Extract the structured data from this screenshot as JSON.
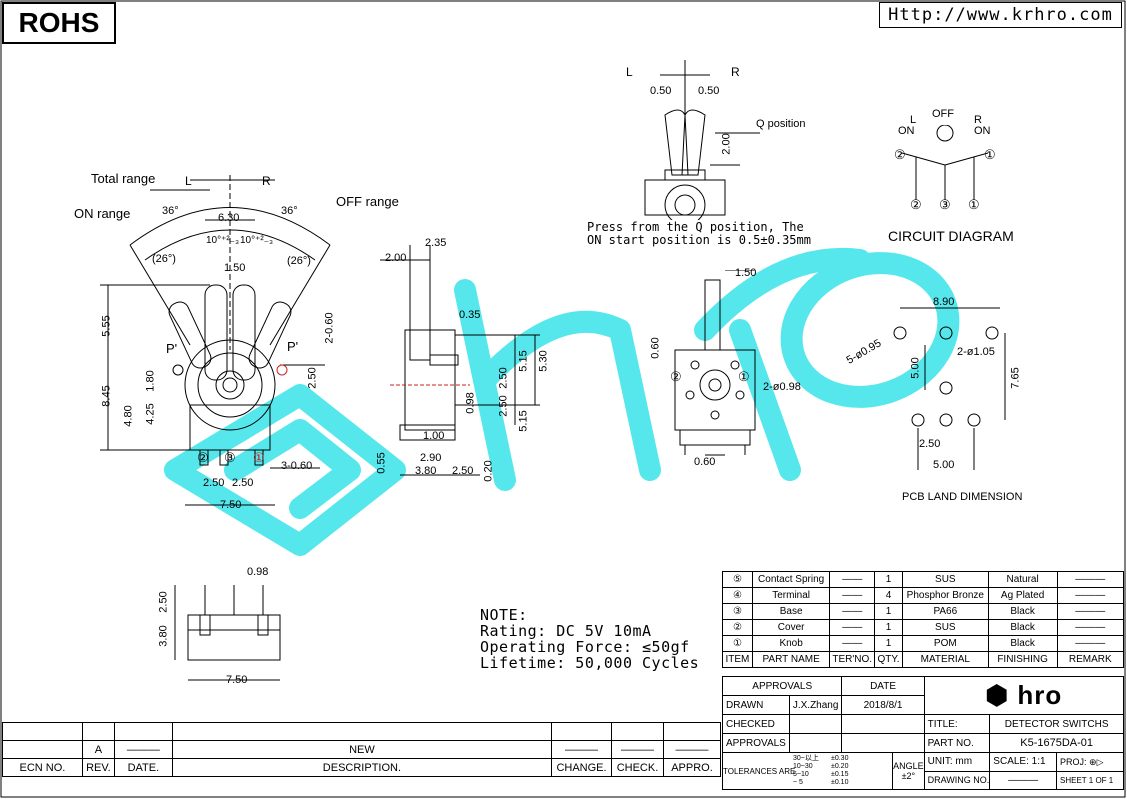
{
  "header": {
    "rohs": "ROHS",
    "url": "Http://www.krhro.com"
  },
  "top_view": {
    "L": "L",
    "R": "R",
    "total_range": "Total range",
    "on_range": "ON range",
    "off_range": "OFF range",
    "a36_left": "36°",
    "a36_right": "36°",
    "a26_left": "(26°)",
    "a26_right": "(26°)",
    "d630": "6.30",
    "d10a": "10°⁺²₋₃",
    "d10b": "10°⁺²₋₃",
    "d150": "1.50",
    "d555": "5.55",
    "d845": "8.45",
    "d480": "4.80",
    "d425": "4.25",
    "d180": "1.80",
    "d250r": "2.50",
    "d060": "2-0.60",
    "p1": "P'",
    "p2": "P'",
    "n2": "②",
    "n3": "③",
    "n1": "①",
    "d3060": "3-0.60",
    "d250a": "2.50",
    "d250b": "2.50",
    "d750": "7.50"
  },
  "side_view": {
    "d235": "2.35",
    "d200": "2.00",
    "d035": "0.35",
    "d515a": "5.15",
    "d530": "5.30",
    "d250a": "2.50",
    "d250b": "2.50",
    "d098": "0.98",
    "d515b": "5.15",
    "d100": "1.00",
    "d055": "0.55",
    "d290": "2.90",
    "d380": "3.80",
    "d250c": "2.50",
    "d020": "0.20"
  },
  "q_view": {
    "L": "L",
    "R": "R",
    "d050a": "0.50",
    "d050b": "0.50",
    "q_position": "Q position",
    "d200": "2.00",
    "press_line1": "Press from the Q position, The",
    "press_line2": "ON start position is 0.5±0.35mm"
  },
  "front_view": {
    "d150": "1.50",
    "d060": "0.60",
    "d2098": "2-ø0.98",
    "d060b": "0.60",
    "n2": "②",
    "n1": "①"
  },
  "circuit": {
    "L": "L",
    "ON_l": "ON",
    "OFF": "OFF",
    "R": "R",
    "ON_r": "ON",
    "title": "CIRCUIT DIAGRAM",
    "n2": "②",
    "n1": "①",
    "n2b": "②",
    "n3": "③",
    "n1b": "①"
  },
  "pcb": {
    "d890": "8.90",
    "d5095": "5-ø0.95",
    "d2105": "2-ø1.05",
    "d500v": "5.00",
    "d765": "7.65",
    "d250": "2.50",
    "d500h": "5.00",
    "title": "PCB LAND DIMENSION"
  },
  "bottom_view": {
    "d098": "0.98",
    "d250": "2.50",
    "d380": "3.80",
    "d750": "7.50"
  },
  "note": {
    "title": "NOTE:",
    "rating": "Rating: DC 5V 10mA",
    "force": "Operating Force: ≤50gf",
    "life": "Lifetime: 50,000 Cycles"
  },
  "bom": {
    "rows": [
      {
        "no": "⑤",
        "part": "Contact Spring",
        "ter": "——",
        "qty": "1",
        "material": "SUS",
        "finishing": "Natural",
        "remark": "———"
      },
      {
        "no": "④",
        "part": "Terminal",
        "ter": "——",
        "qty": "4",
        "material": "Phosphor Bronze",
        "finishing": "Ag Plated",
        "remark": "———"
      },
      {
        "no": "③",
        "part": "Base",
        "ter": "——",
        "qty": "1",
        "material": "PA66",
        "finishing": "Black",
        "remark": "———"
      },
      {
        "no": "②",
        "part": "Cover",
        "ter": "——",
        "qty": "1",
        "material": "SUS",
        "finishing": "Black",
        "remark": "———"
      },
      {
        "no": "①",
        "part": "Knob",
        "ter": "——",
        "qty": "1",
        "material": "POM",
        "finishing": "Black",
        "remark": "———"
      }
    ],
    "headers": {
      "item": "ITEM",
      "part": "PART NAME",
      "ter": "TER'NO.",
      "qty": "QTY.",
      "material": "MATERIAL",
      "finishing": "FINISHING",
      "remark": "REMARK"
    }
  },
  "title_block": {
    "approvals": "APPROVALS",
    "date": "DATE",
    "logo": "hro",
    "drawn": "DRAWN",
    "drawn_by": "J.X.Zhang",
    "drawn_date": "2018/8/1",
    "checked": "CHECKED",
    "approvals2": "APPROVALS",
    "title_label": "TITLE:",
    "title": "DETECTOR SWITCHS",
    "part_label": "PART NO.",
    "part_no": "K5-1675DA-01",
    "tol_label": "TOLERANCES ARE",
    "tol": [
      {
        "range": "30~以上",
        "value": "±0.30"
      },
      {
        "range": "10~30",
        "value": "±0.20"
      },
      {
        "range": "5~10",
        "value": "±0.15"
      },
      {
        "range": "~ 5",
        "value": "±0.10"
      }
    ],
    "angle_label": "ANGLE",
    "angle": "±2°",
    "unit": "UNIT: mm",
    "scale": "SCALE:  1:1",
    "proj": "PROJ:",
    "drawing_no": "DRAWING NO.",
    "drawing_no_val": "———",
    "sheet": "SHEET  1 OF 1"
  },
  "revision": {
    "row1": {
      "ecn": "",
      "rev": "A",
      "date": "———",
      "desc": "NEW",
      "change": "———",
      "check": "———",
      "appro": "———"
    },
    "headers": {
      "ecn": "ECN NO.",
      "rev": "REV.",
      "date": "DATE.",
      "desc": "DESCRIPTION.",
      "change": "CHANGE.",
      "check": "CHECK.",
      "appro": "APPRO."
    }
  },
  "colors": {
    "watermark": "#4ee6ec",
    "ink": "#000000",
    "accent_red": "#cc2222"
  }
}
